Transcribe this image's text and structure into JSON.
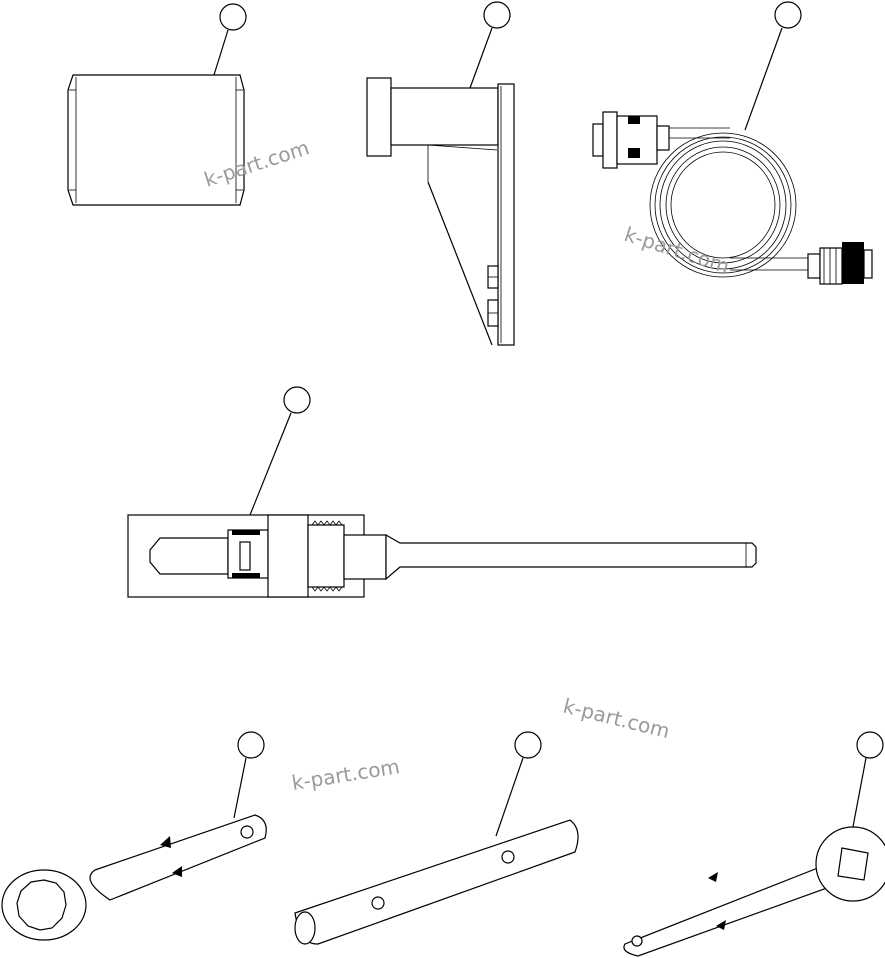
{
  "diagram": {
    "watermarks": [
      {
        "id": "wm-1",
        "text": "k-part.com"
      },
      {
        "id": "wm-2",
        "text": "k-part.com"
      },
      {
        "id": "wm-3",
        "text": "k-part.com"
      },
      {
        "id": "wm-4",
        "text": "k-part.com"
      }
    ],
    "parts": [
      {
        "name": "bushing-sleeve",
        "callout": ""
      },
      {
        "name": "mounting-bracket",
        "callout": ""
      },
      {
        "name": "coiled-cable",
        "callout": ""
      },
      {
        "name": "puller-tool",
        "callout": ""
      },
      {
        "name": "ring-wrench",
        "callout": ""
      },
      {
        "name": "bar-wrench",
        "callout": ""
      },
      {
        "name": "square-drive-wrench",
        "callout": ""
      }
    ],
    "colors": {
      "line": "#000000",
      "background": "#ffffff",
      "watermark": "#9a9a9a"
    }
  }
}
